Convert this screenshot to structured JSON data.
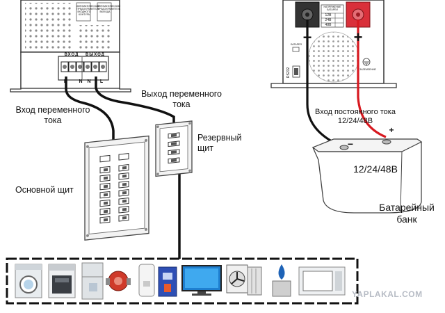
{
  "inverter": {
    "input_header": "ВХОД",
    "output_header": "ВЫХОД",
    "terminals": [
      "L",
      "N",
      "N",
      "L"
    ],
    "panel_note_1": "АВТОМАТИЧЕСКИЙ ПРЕДОХРАНИТЕЛЬ ВХОДНОГО КОНТУРА",
    "panel_note_2": "АВТОМАТИЧЕСКИЙ ПРЕДОХРАНИТЕЛЬ ВЫХОДА"
  },
  "battery_panel": {
    "minus_sign": "−",
    "plus_sign": "+",
    "voltage_table_title": "НАПРЯЖЕНИЕ БАТАРЕИ",
    "voltages": [
      "12В",
      "24В",
      "48В"
    ],
    "battery_label": "БАТАРЕЯ",
    "rs_label": "RS232",
    "ground_label": "ЗАЗЕМЛЕНИЕ"
  },
  "labels": {
    "ac_input": "Вход переменного тока",
    "ac_output": "Выход переменного тока",
    "reserve_panel": "Резервный щит",
    "main_panel": "Основной щит",
    "dc_input": "Вход постоянного тока 12/24/48В",
    "battery_voltage": "12/24/48В",
    "battery_bank": "Батарейный банк",
    "battery_minus": "−",
    "battery_plus": "+"
  },
  "appliances": [
    "washing-machine",
    "oven",
    "refrigerator",
    "circulation-pump",
    "water-heater",
    "boiler",
    "tv",
    "fan-heater",
    "water-cooler",
    "microwave"
  ],
  "watermark": "YAPLAKAL.COM"
}
